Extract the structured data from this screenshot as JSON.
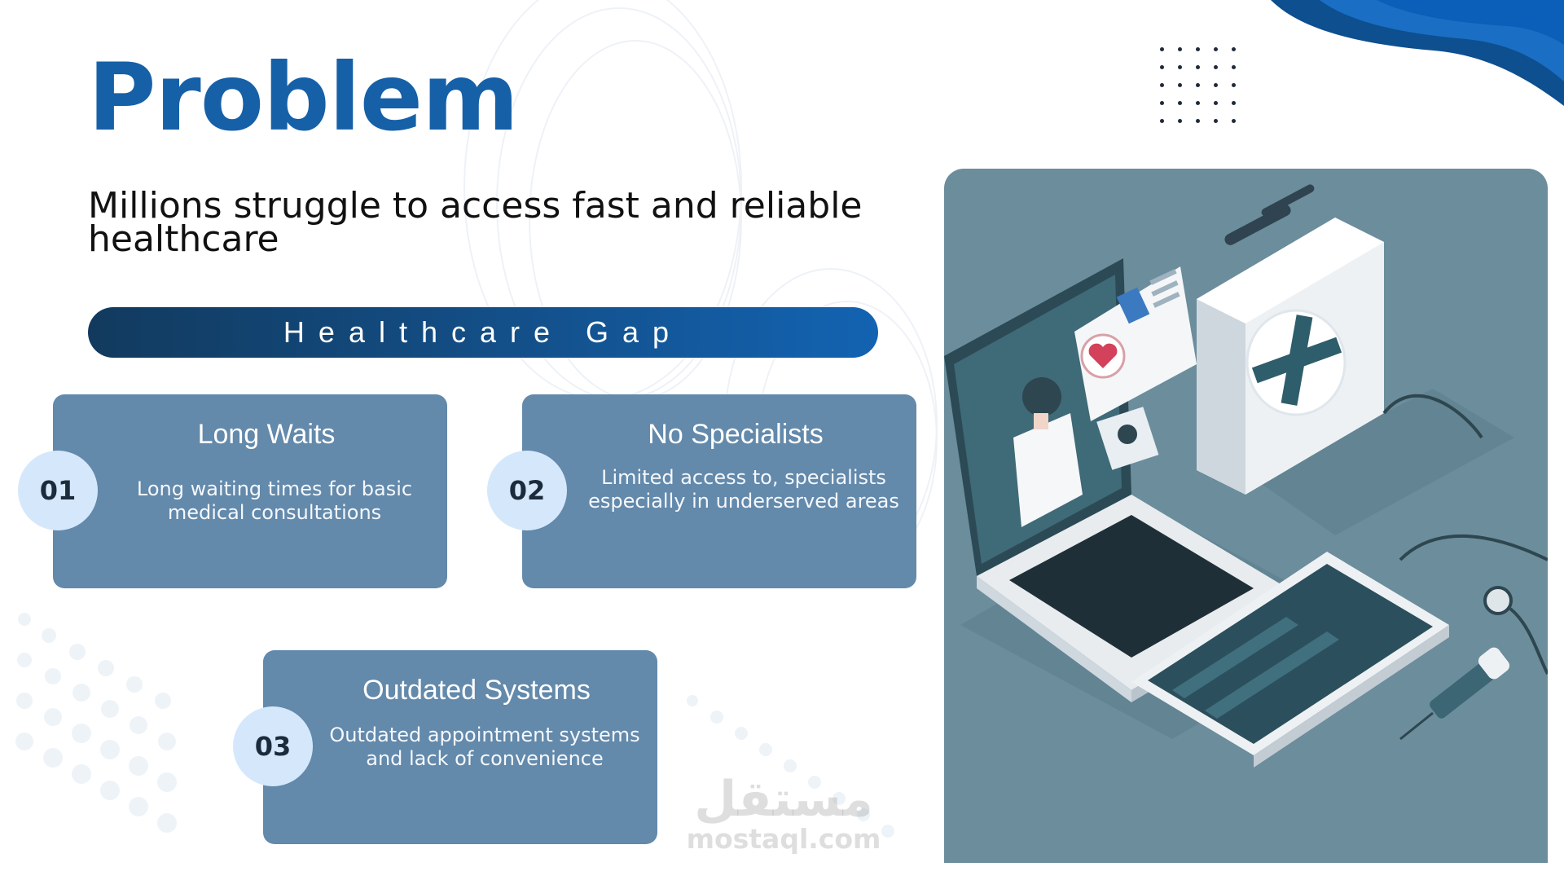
{
  "slide": {
    "title": "Problem",
    "subtitle": "Millions struggle to access fast and reliable healthcare",
    "banner": "Healthcare Gap"
  },
  "cards": [
    {
      "number": "01",
      "title": "Long Waits",
      "text": "Long waiting times for basic medical consultations"
    },
    {
      "number": "02",
      "title": "No Specialists",
      "text": "Limited access to, specialists especially in underserved areas"
    },
    {
      "number": "03",
      "title": "Outdated Systems",
      "text": "Outdated appointment systems and lack of convenience"
    }
  ],
  "watermark": {
    "arabic": "مستقل",
    "latin": "mostaql.com"
  },
  "illustration": {
    "icons": [
      "laptop-icon",
      "doctor-icon",
      "heart-icon",
      "first-aid-kit-icon",
      "tablet-icon",
      "stethoscope-icon",
      "syringe-icon"
    ]
  },
  "colors": {
    "title": "#1660a8",
    "banner_start": "#123a5e",
    "banner_end": "#1363b2",
    "card": "#6389ab",
    "badge": "#d5e8fb",
    "illustration_bg": "#6b8d9c"
  }
}
